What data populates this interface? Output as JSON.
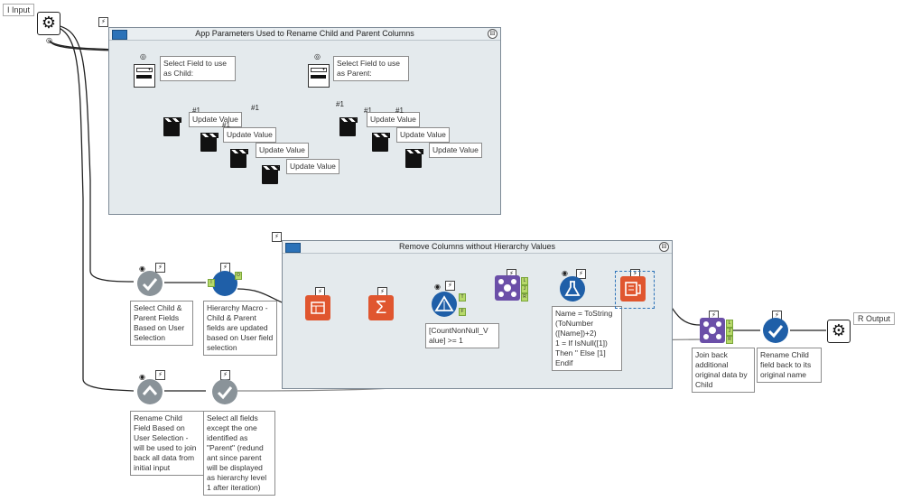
{
  "io": {
    "input_label": "I Input",
    "output_label": "R Output"
  },
  "containers": {
    "app_params": {
      "title": "App Parameters Used to Rename Child and Parent Columns",
      "collapse": "⊟"
    },
    "remove_columns": {
      "title": "Remove Columns without Hierarchy Values",
      "collapse": "⊟"
    }
  },
  "app_params": {
    "child_dropdown_label": "Select Field to use as Child:",
    "parent_dropdown_label": "Select Field to use as Parent:",
    "update_value": "Update Value",
    "badge": "#1"
  },
  "annotations": {
    "select_child_parent": "Select Child & Parent Fields Based on User Selection",
    "hierarchy_macro": "Hierarchy Macro - Child & Parent fields are updated based on User field selection",
    "filter_expr": "[CountNonNull_V alue] >= 1",
    "formula_expr": "Name = ToString (ToNumber ([Name])+2)\n1 = If IsNull([1]) Then '' Else [1] Endif",
    "join_back": "Join back additional original data by Child",
    "rename_child_back": "Rename Child field back to its original name",
    "rename_child_field": "Rename Child Field Based on User Selection - will be used to join back all data from initial input",
    "select_all_fields": "Select all fields except the one identified as \"Parent\" (redund ant since parent will be displayed as hierarchy level 1 after iteration)"
  },
  "anchors": {
    "T": "T",
    "F": "F",
    "L": "L",
    "J": "J",
    "R": "R",
    "O": "O",
    "I": "I"
  },
  "colors": {
    "container_bg": "#e4eaed",
    "select_tool": "#8a9399",
    "macro_tool": "#1f5fa8",
    "summarize_tool": "#e0562f",
    "filter_tool": "#1f5fa8",
    "join_tool": "#6b4fa8",
    "formula_tool": "#1f5fa8",
    "dynamic_rename": "#e0562f",
    "anchor": "#b7d96a"
  },
  "icons": {
    "input": "gear-icon",
    "output": "gear-icon",
    "dropdown": "dropdown-icon",
    "action": "clapperboard-icon",
    "select": "select-check-icon",
    "summarize": "sigma-icon",
    "filter": "triangle-filter-icon",
    "join": "join-icon",
    "formula": "flask-icon",
    "rename": "dynamic-rename-icon"
  }
}
